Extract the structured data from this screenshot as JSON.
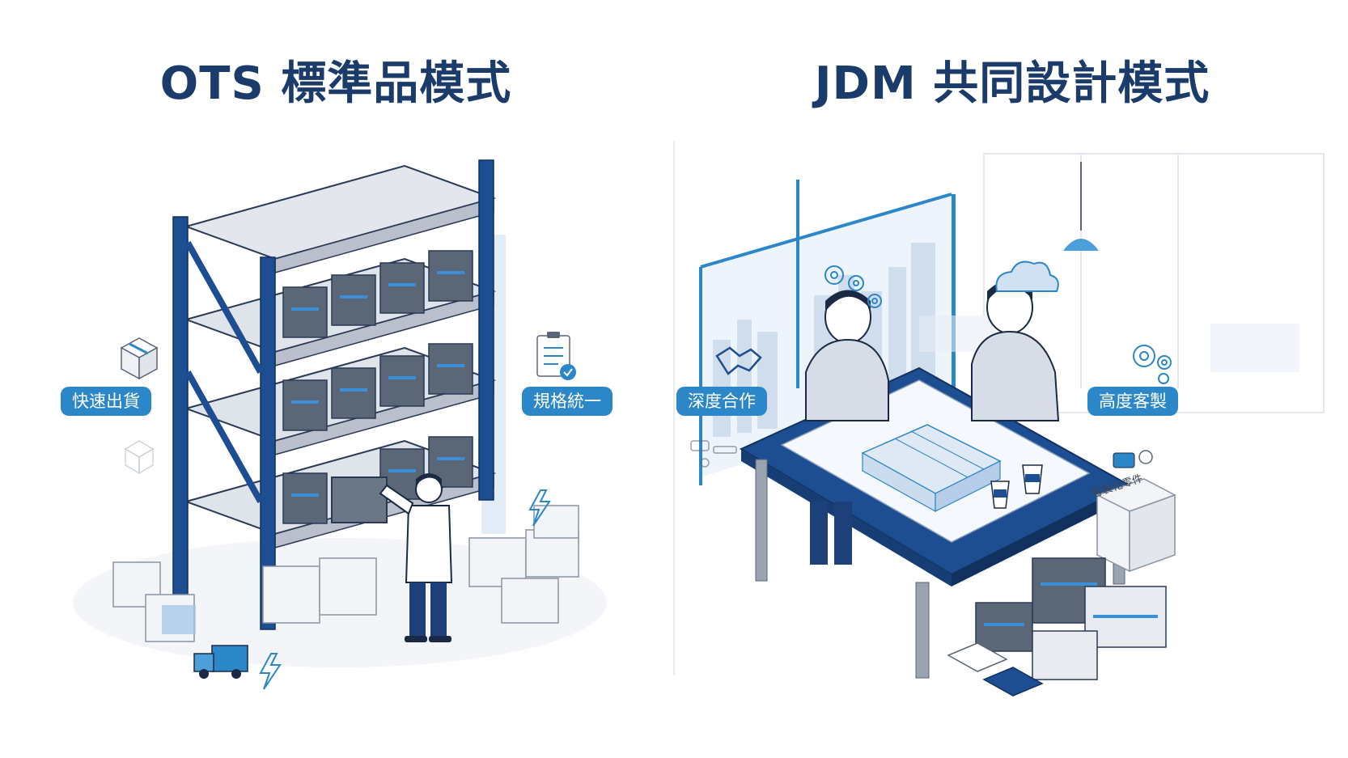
{
  "left_panel": {
    "title": "OTS 標準品模式",
    "badges": [
      "快速出貨",
      "規格統一"
    ]
  },
  "right_panel": {
    "title": "JDM 共同設計模式",
    "badges": [
      "深度合作",
      "高度客製"
    ],
    "box_label": "客製化零件"
  },
  "colors": {
    "title": "#1b3b6a",
    "navy": "#1d4e91",
    "badge": "#2b87c8",
    "gray": "#e9ecf0"
  }
}
